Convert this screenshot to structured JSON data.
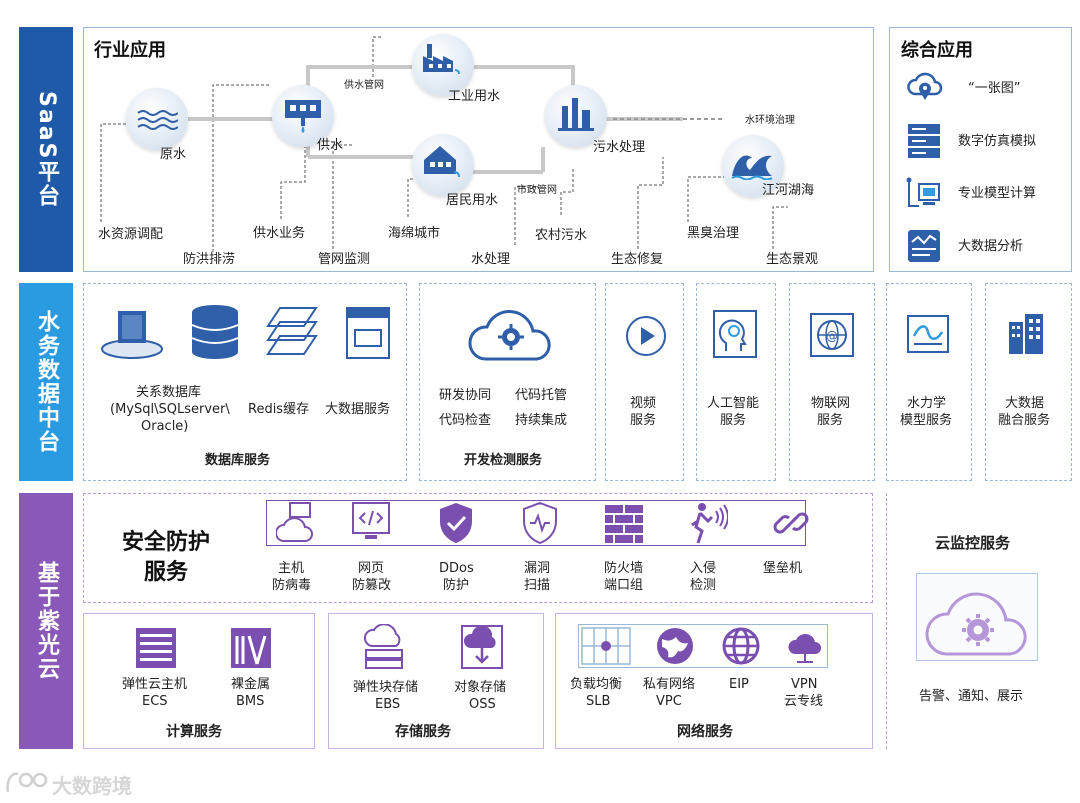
{
  "bands": {
    "saas": "SaaS平台",
    "water": "水务数据中台",
    "cloud": "基于紫光云"
  },
  "colors": {
    "saas_band": "#1e5aa8",
    "water_band": "#2a9be0",
    "cloud_band": "#8a58b8",
    "icon_blue": "#2f5fa8",
    "icon_purple": "#7a4fb0"
  },
  "industry": {
    "title": "行业应用",
    "nodes": {
      "raw_water": "原水",
      "supply": "供水",
      "industrial": "工业用水",
      "residential": "居民用水",
      "sewage": "污水处理",
      "river": "江河湖海"
    },
    "pipes": {
      "supply_net": "供水管网",
      "municipal_net": "市政管网",
      "water_env": "水环境治理"
    },
    "bottom": {
      "allocation": "水资源调配",
      "flood": "防洪排涝",
      "supply_biz": "供水业务",
      "network_monitor": "管网监测",
      "sponge": "海绵城市",
      "treatment": "水处理",
      "rural": "农村污水",
      "eco_restore": "生态修复",
      "black_odor": "黑臭治理",
      "eco_landscape": "生态景观"
    }
  },
  "integrated": {
    "title": "综合应用",
    "items": [
      "“一张图”",
      "数字仿真模拟",
      "专业模型计算",
      "大数据分析"
    ]
  },
  "data_center": {
    "database": {
      "items": {
        "relational_1": "关系数据库",
        "relational_2": "(MySql\\SQLserver\\",
        "relational_3": "Oracle)",
        "redis": "Redis缓存",
        "bigdata": "大数据服务"
      },
      "title": "数据库服务"
    },
    "devops": {
      "items": [
        "研发协同",
        "代码托管",
        "代码检查",
        "持续集成"
      ],
      "title": "开发检测服务"
    },
    "services": [
      {
        "line1": "视频",
        "line2": "服务"
      },
      {
        "line1": "人工智能",
        "line2": "服务"
      },
      {
        "line1": "物联网",
        "line2": "服务"
      },
      {
        "line1": "水力学",
        "line2": "模型服务"
      },
      {
        "line1": "大数据",
        "line2": "融合服务"
      }
    ]
  },
  "security": {
    "title_1": "安全防护",
    "title_2": "服务",
    "items": [
      {
        "line1": "主机",
        "line2": "防病毒"
      },
      {
        "line1": "网页",
        "line2": "防篡改"
      },
      {
        "line1": "DDos",
        "line2": "防护"
      },
      {
        "line1": "漏洞",
        "line2": "扫描"
      },
      {
        "line1": "防火墙",
        "line2": "端口组"
      },
      {
        "line1": "入侵",
        "line2": "检测"
      },
      {
        "line1": "堡垒机",
        "line2": ""
      }
    ]
  },
  "monitor": {
    "title": "云监控服务",
    "desc": "告警、通知、展示"
  },
  "compute": {
    "title": "计算服务",
    "items": [
      {
        "line1": "弹性云主机",
        "line2": "ECS"
      },
      {
        "line1": "裸金属",
        "line2": "BMS"
      }
    ]
  },
  "storage": {
    "title": "存储服务",
    "items": [
      {
        "line1": "弹性块存储",
        "line2": "EBS"
      },
      {
        "line1": "对象存储",
        "line2": "OSS"
      }
    ]
  },
  "network": {
    "title": "网络服务",
    "items": [
      {
        "line1": "负载均衡",
        "line2": "SLB"
      },
      {
        "line1": "私有网络",
        "line2": "VPC"
      },
      {
        "line1": "EIP",
        "line2": ""
      },
      {
        "line1": "VPN",
        "line2": "云专线"
      }
    ]
  },
  "watermark": "大数跨境"
}
